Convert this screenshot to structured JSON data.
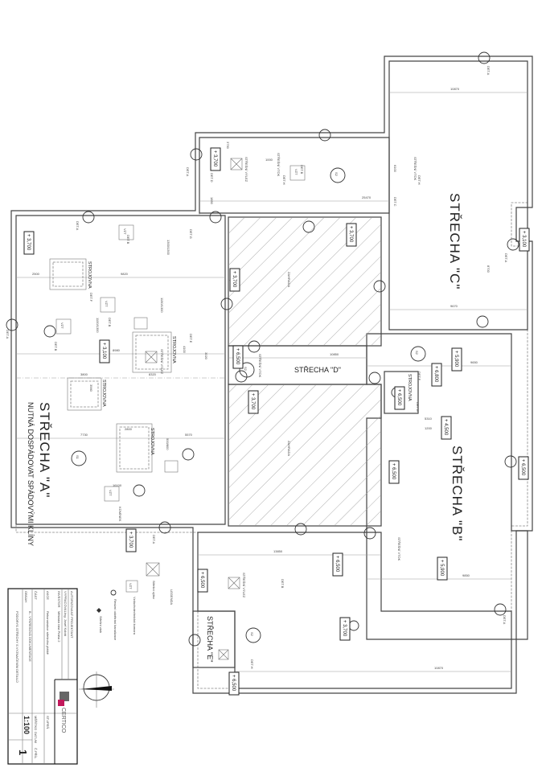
{
  "roofs": {
    "a": {
      "title": "STŘECHA \"A\"",
      "note": "NUTNÁ DOSPÁDOVAT SPÁDOVÝMI KLÍNY",
      "mark": "S1"
    },
    "b": {
      "title": "STŘECHA \"B\"",
      "mark": "S2"
    },
    "c": {
      "title": "STŘECHA \"C\"",
      "mark": "S2"
    },
    "d": {
      "title": "STŘECHA \"D\"",
      "mark": "S2"
    },
    "e": {
      "title": "STŘECHA \"E\"",
      "mark": "S2"
    }
  },
  "zones": {
    "garden": "ZAHRADA"
  },
  "machine_room": "STROJOVNA",
  "vzt": "VZT",
  "roof_hatch": "STŘEŠNÍ VÝLEZ",
  "roof_drain": "STŘEŠNÍ VTOK",
  "chimney": "KOMÍNEK",
  "details": {
    "a": "DET.A",
    "b": "DET.B",
    "c": "DET.C",
    "d": "DET.D",
    "e": "DET.E",
    "f": "DET.F",
    "g": "DET.G",
    "h": "DET.H"
  },
  "elevations": [
    "+ 3,700",
    "+ 3,700",
    "+ 3,700",
    "+ 3,100",
    "+ 3,700",
    "+ 3,700",
    "+ 3,700",
    "+ 3,100",
    "+ 6,500",
    "+ 5,900",
    "+ 6,800",
    "+ 6,500",
    "+ 4,500",
    "+ 6,500",
    "+ 6,500",
    "+ 5,900",
    "+ 6,500",
    "+ 6,500",
    "+ 3,700",
    "+ 6,500"
  ],
  "dimensions": [
    "10870",
    "9670",
    "9650",
    "10850",
    "13850",
    "9850",
    "10870",
    "9820",
    "2500",
    "8980",
    "3800",
    "7730",
    "16100",
    "5570",
    "8320",
    "3020",
    "25470",
    "3750",
    "1850",
    "6100",
    "8700",
    "5310",
    "3960",
    "4100",
    "2800",
    "1300/1300",
    "1150/1300",
    "1100/1300",
    "500/800",
    "1000",
    "1200"
  ],
  "legend": {
    "title": "LEGENDA",
    "items": [
      {
        "symbol": "hatch-box",
        "label": "Střešní výlez"
      },
      {
        "symbol": "VZT",
        "label": "Vzduchotechnická komora"
      },
      {
        "symbol": "circle",
        "label": "Revizní odvětrání kanalizace"
      },
      {
        "symbol": "diamond",
        "label": "Střešní vtok"
      }
    ]
  },
  "title_block": {
    "rows": [
      {
        "label": "AUTORIZOVANÝ PROJEKTANT",
        "value": ""
      },
      {
        "label": "VYPRACOVAL",
        "value": "Ing. Josef Kubát"
      },
      {
        "label": "INVESTOR",
        "value": "Městská část Praha 2"
      },
      {
        "label": "AKCE",
        "value": "Rekonstrukce střešního pláště"
      },
      {
        "label": "ČÁST",
        "value": "B - VÝKRESOVÁ DOKUMENTACE"
      },
      {
        "label": "OBSAH",
        "value": "PŮDORYS STŘECHY S VYZNAČENÍM DETAILŮ"
      }
    ],
    "stage_label": "STUPEŇ",
    "scale_label": "MĚŘÍTKO",
    "date_label": "DATUM",
    "sheet_label": "Č.PŘÍL.",
    "scale": "1:100",
    "sheet": "1",
    "logo": "CERTICO"
  }
}
